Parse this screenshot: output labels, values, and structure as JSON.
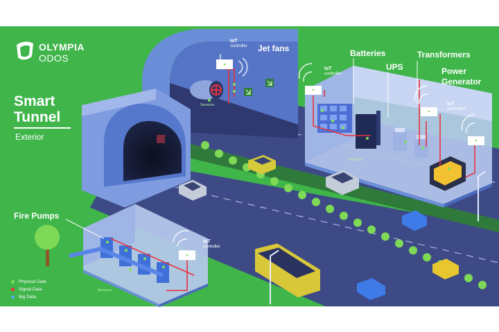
{
  "brand": {
    "name_line1": "OLYMPIA",
    "name_line2": "ODOS",
    "logo_icon": "olympia-odos-logo"
  },
  "title": {
    "line1": "Smart",
    "line2": "Tunnel",
    "subtitle": "Exterior"
  },
  "labels": {
    "jet_fans": "Jet fans",
    "batteries": "Batteries",
    "transformers": "Transformers",
    "ups": "UPS",
    "power_generator_line1": "Power",
    "power_generator_line2": "Generator",
    "fire_pumps": "Fire Pumps"
  },
  "iot": {
    "label": "IoT",
    "controller": "controller",
    "controllers": "controllers"
  },
  "sensors": "Sensors",
  "legend": [
    {
      "label": "Physical Data",
      "color": "#7ee05a"
    },
    {
      "label": "Signal Data",
      "color": "#e8323c"
    },
    {
      "label": "Big Data",
      "color": "#5aa8f0"
    }
  ],
  "colors": {
    "background": "#3fb54a",
    "road": "#3d4a86",
    "tunnel": "#6b8ed8",
    "tunnel_dark": "#4a6bbd",
    "room_glass": "#b7c9ee",
    "signal": "#e8323c",
    "physical": "#7ee05a"
  }
}
